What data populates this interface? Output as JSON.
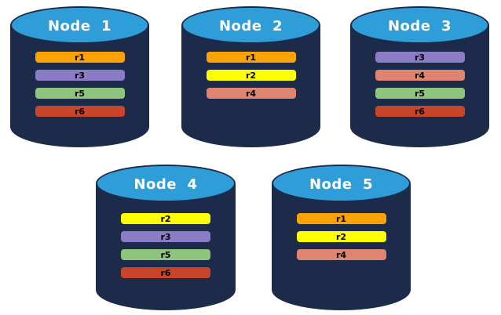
{
  "colors": {
    "body_navy": "#1C2B4A",
    "top_blue": "#2F9ED8",
    "title_text": "#FFFFFF",
    "bar_text": "#000000",
    "background": "#FFFFFF"
  },
  "replica_colors": {
    "r1": "#FCA204",
    "r2": "#FFFF00",
    "r3": "#8B7CC6",
    "r4": "#E08472",
    "r5": "#8EC47E",
    "r6": "#C9452A"
  },
  "nodes": [
    {
      "label": "Node  1",
      "bars": [
        {
          "id": "r1",
          "label": "r1"
        },
        {
          "id": "r3",
          "label": "r3"
        },
        {
          "id": "r5",
          "label": "r5"
        },
        {
          "id": "r6",
          "label": "r6"
        }
      ]
    },
    {
      "label": "Node  2",
      "bars": [
        {
          "id": "r1",
          "label": "r1"
        },
        {
          "id": "r2",
          "label": "r2"
        },
        {
          "id": "r4",
          "label": "r4"
        }
      ]
    },
    {
      "label": "Node  3",
      "bars": [
        {
          "id": "r3",
          "label": "r3"
        },
        {
          "id": "r4",
          "label": "r4"
        },
        {
          "id": "r5",
          "label": "r5"
        },
        {
          "id": "r6",
          "label": "r6"
        }
      ]
    },
    {
      "label": "Node  4",
      "bars": [
        {
          "id": "r2",
          "label": "r2"
        },
        {
          "id": "r3",
          "label": "r3"
        },
        {
          "id": "r5",
          "label": "r5"
        },
        {
          "id": "r6",
          "label": "r6"
        }
      ]
    },
    {
      "label": "Node  5",
      "bars": [
        {
          "id": "r1",
          "label": "r1"
        },
        {
          "id": "r2",
          "label": "r2"
        },
        {
          "id": "r4",
          "label": "r4"
        }
      ]
    }
  ]
}
